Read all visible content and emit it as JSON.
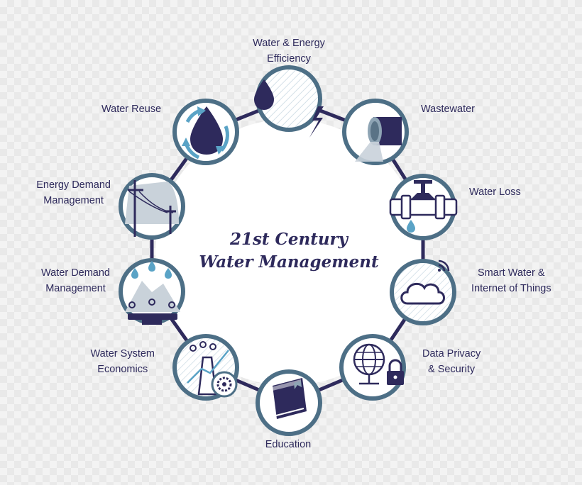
{
  "title": {
    "line1": "21st Century",
    "line2": "Water Management"
  },
  "nodes": [
    {
      "id": "efficiency",
      "lines": [
        "Water & Energy",
        "Efficiency"
      ],
      "icon": "drop-bolt-icon"
    },
    {
      "id": "wastewater",
      "lines": [
        "Wastewater"
      ],
      "icon": "pipe-outflow-icon"
    },
    {
      "id": "loss",
      "lines": [
        "Water Loss"
      ],
      "icon": "leaking-valve-icon"
    },
    {
      "id": "smart",
      "lines": [
        "Smart Water &",
        "Internet of Things"
      ],
      "icon": "cloud-wifi-icon"
    },
    {
      "id": "privacy",
      "lines": [
        "Data Privacy",
        "& Security"
      ],
      "icon": "globe-lock-icon"
    },
    {
      "id": "education",
      "lines": [
        "Education"
      ],
      "icon": "book-icon"
    },
    {
      "id": "economics",
      "lines": [
        "Water System",
        "Economics"
      ],
      "icon": "tower-gear-icon"
    },
    {
      "id": "demand",
      "lines": [
        "Water Demand",
        "Management"
      ],
      "icon": "mountain-drops-icon"
    },
    {
      "id": "energy",
      "lines": [
        "Energy Demand",
        "Management"
      ],
      "icon": "power-lines-icon"
    },
    {
      "id": "reuse",
      "lines": [
        "Water Reuse"
      ],
      "icon": "recycle-drop-icon"
    }
  ],
  "colors": {
    "ring": "#2e2a5c",
    "circle_border": "#4d6f86",
    "accent": "#5aa3c6",
    "fill": "#ffffff",
    "text": "#2e2a5c"
  }
}
